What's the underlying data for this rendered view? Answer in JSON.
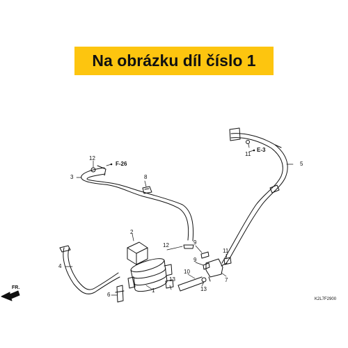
{
  "banner": {
    "text": "Na obrázku díl číslo 1",
    "color": "#fdc50f"
  },
  "callouts": [
    "1",
    "2",
    "3",
    "4",
    "5",
    "6",
    "7",
    "8",
    "9",
    "9",
    "10",
    "11",
    "11",
    "12",
    "12",
    "13",
    "13"
  ],
  "references": [
    "F-26",
    "E-3"
  ],
  "direction_label": "FR.",
  "diagram_code": "K2L7F2900",
  "line_color": "#111111"
}
